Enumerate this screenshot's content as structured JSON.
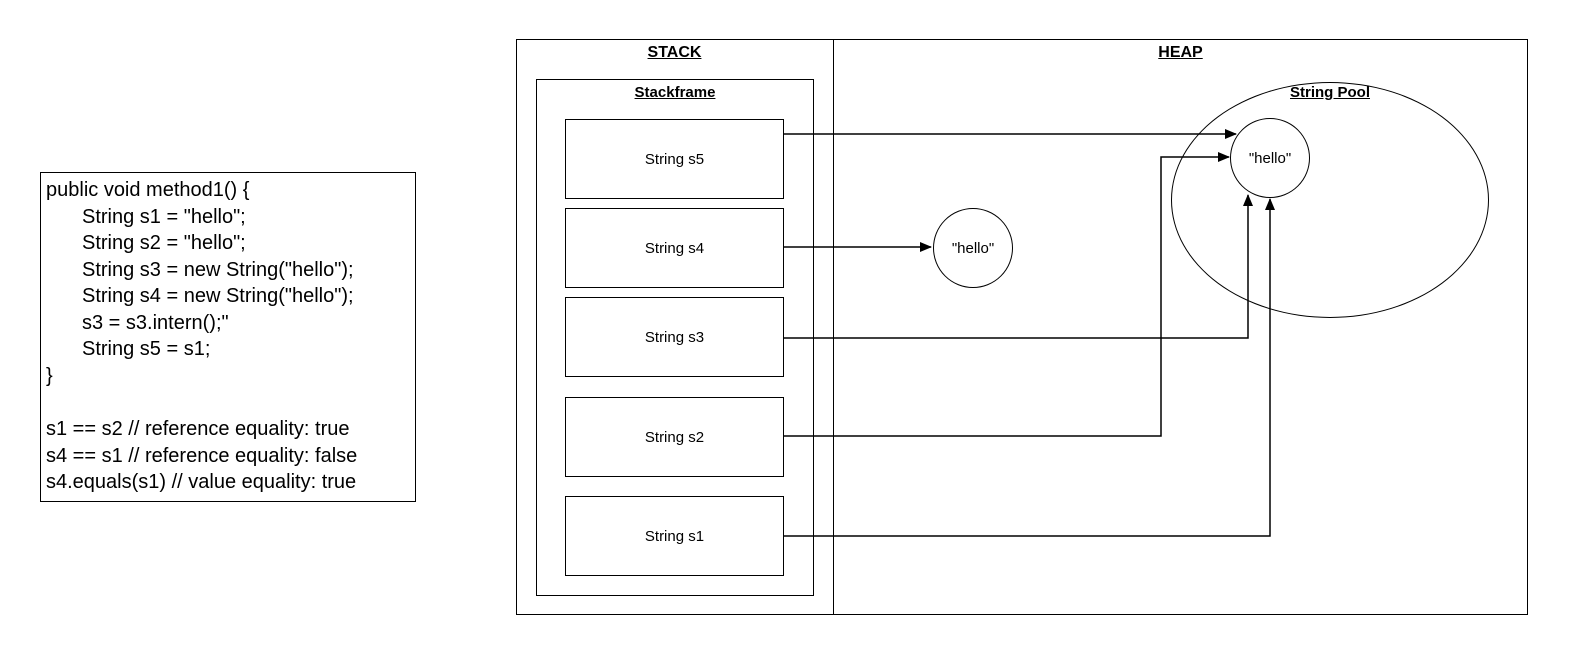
{
  "code": {
    "lines": [
      "public void method1() {",
      "String s1 = \"hello\";",
      "String s2 = \"hello\";",
      "String s3 = new String(\"hello\");",
      "String s4 = new String(\"hello\");",
      "s3 = s3.intern();\"",
      "String s5 = s1;",
      "}"
    ],
    "comparisons": [
      "s1 == s2 // reference equality: true",
      "s4 == s1 // reference equality: false",
      "s4.equals(s1) // value equality: true"
    ]
  },
  "diagram": {
    "stack_title": "STACK",
    "heap_title": "HEAP",
    "stackframe_title": "Stackframe",
    "string_pool_title": "String Pool",
    "variables": [
      "String s5",
      "String s4",
      "String s3",
      "String s2",
      "String s1"
    ],
    "pool_object_label": "\"hello\"",
    "heap_object_label": "\"hello\""
  }
}
